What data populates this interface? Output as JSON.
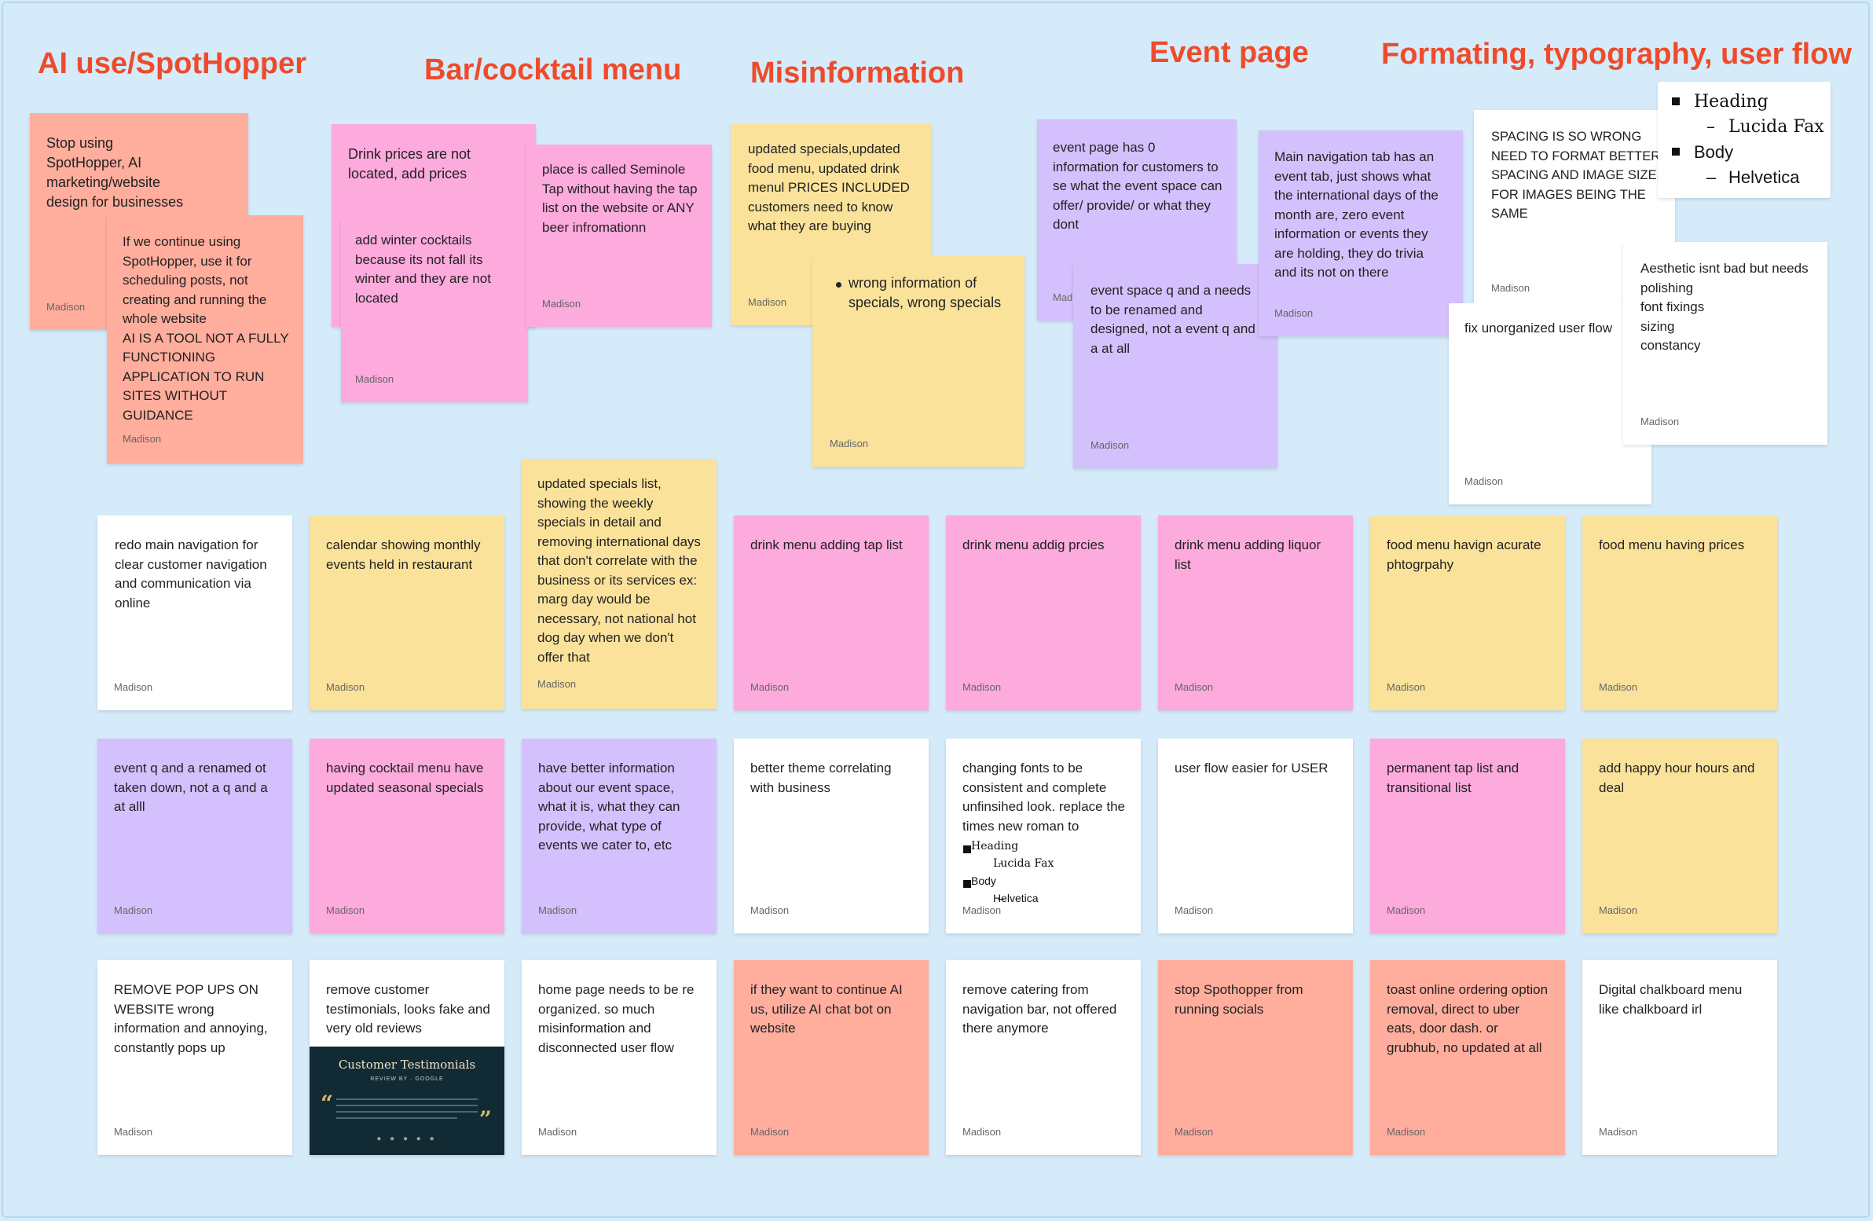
{
  "board": {
    "background": "#d5ebfa",
    "heading_color": "#ee4b2b"
  },
  "headings": {
    "ai": "AI use/SpotHopper",
    "bar": "Bar/cocktail menu",
    "misinfo": "Misinformation",
    "event": "Event page",
    "format": "Formating, typography, user flow"
  },
  "author": "Madison",
  "author_short": "Mad",
  "colors": {
    "salmon": "#ffad9d",
    "pink": "#fdaadd",
    "yellow": "#fbe29b",
    "purple": "#d4c0fc",
    "white": "#ffffff"
  },
  "clusters": {
    "ai_note1": "Stop using SpotHopper, AI marketing/website design for businesses",
    "ai_note2": "If we continue using SpotHopper, use it for scheduling posts, not creating and running the whole website\nAI IS A TOOL NOT A FULLY FUNCTIONING APPLICATION TO RUN SITES WITHOUT GUIDANCE",
    "bar_note1_line1": "Drink prices are not located, add prices",
    "bar_note1_line2": "add winter cocktails because its not fall its winter and they are not located",
    "bar_note2": "place is called Seminole Tap without having the tap list on the website or ANY beer infromationn",
    "mis_note1": "updated specials,updated food menu, updated drink menul PRICES INCLUDED customers need to know what they are buying",
    "mis_note2": "wrong information of specials, wrong specials",
    "event_note1": "event page has 0 information for customers to se what the event space can offer/ provide/ or what they dont",
    "event_note2": "event space q and a needs to be renamed and designed, not a event q and a at all",
    "event_note3": "Main navigation tab has an event tab, just shows what the international days of the month are, zero event information or events they are holding, they do trivia and its not on there",
    "fmt_note1": "SPACING IS SO WRONG NEED TO FORMAT BETTER SPACING AND IMAGE SIZES FOR IMAGES BEING THE SAME",
    "fmt_note2": "fix unorganized user flow",
    "fmt_note3": "Aesthetic isnt bad but needs polishing\nfont fixings\nsizing\nconstancy",
    "type_list": {
      "heading": "Heading",
      "heading_font": "Lucida Fax",
      "body": "Body",
      "body_font": "Helvetica"
    }
  },
  "grid": {
    "row1": [
      "redo main navigation for clear customer navigation and communication via online",
      "calendar showing monthly events held in restaurant",
      "updated specials list, showing the weekly specials in detail and removing international days that don't correlate with the business or its services ex: marg day would be necessary, not national hot dog day when we don't offer that",
      "drink menu adding tap list",
      "drink menu addig prcies",
      "drink menu adding liquor list",
      "food menu havign acurate phtogrpahy",
      "food menu having prices"
    ],
    "row2": [
      "event q and a renamed ot taken down, not a q and a at alll",
      "having cocktail menu have updated seasonal specials",
      "have better information about our event space, what it is, what they can provide, what type of events we cater to, etc",
      "better theme correlating with business",
      "changing fonts to be consistent and complete unfinsihed look. replace the times new roman to",
      "user flow easier for USER",
      "permanent tap list and transitional list",
      "add happy hour hours and deal"
    ],
    "row3": [
      "REMOVE POP UPS ON WEBSITE wrong information and annoying, constantly pops up",
      "remove customer testimonials, looks fake and very old reviews",
      "home page needs to be re organized. so much misinformation and disconnected user flow",
      "if they want to continue AI us, utilize AI chat bot on website",
      "remove catering from navigation bar, not offered there anymore",
      "stop Spothopper from running socials",
      "toast online ordering option removal, direct to uber eats, door dash. or grubhub, no updated at all",
      "Digital chalkboard menu like chalkboard irl"
    ]
  },
  "testimonial": {
    "title": "Customer Testimonials",
    "subtitle": "REVIEW BY · GOOGLE",
    "quote_open": "“",
    "quote_close": "”"
  }
}
